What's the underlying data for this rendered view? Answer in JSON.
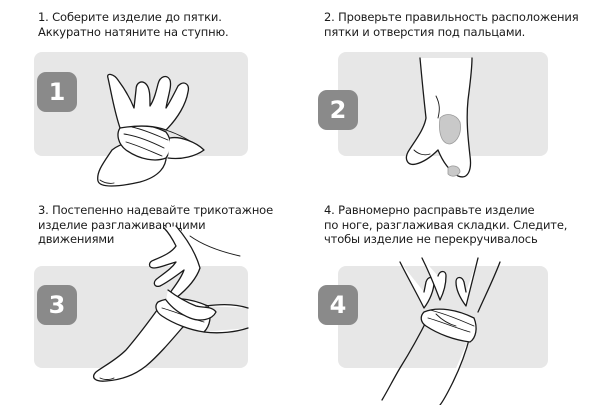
{
  "steps": [
    {
      "number": "1",
      "caption": "1. Соберите изделие до пятки.\nАккуратно натяните на ступню."
    },
    {
      "number": "2",
      "caption": "2. Проверьте правильность расположения\nпятки и отверстия под пальцами."
    },
    {
      "number": "3",
      "caption": "3. Постепенно надевайте трикотажное\nизделие разглаживающими\nдвижениями"
    },
    {
      "number": "4",
      "caption": "4. Равномерно расправьте изделие\nпо ноге, разглаживая складки. Следите,\nчтобы изделие не перекручивалось"
    }
  ],
  "colors": {
    "panel": "#e7e7e7",
    "badge": "#8a8a8a",
    "line": "#1a1a1a"
  }
}
